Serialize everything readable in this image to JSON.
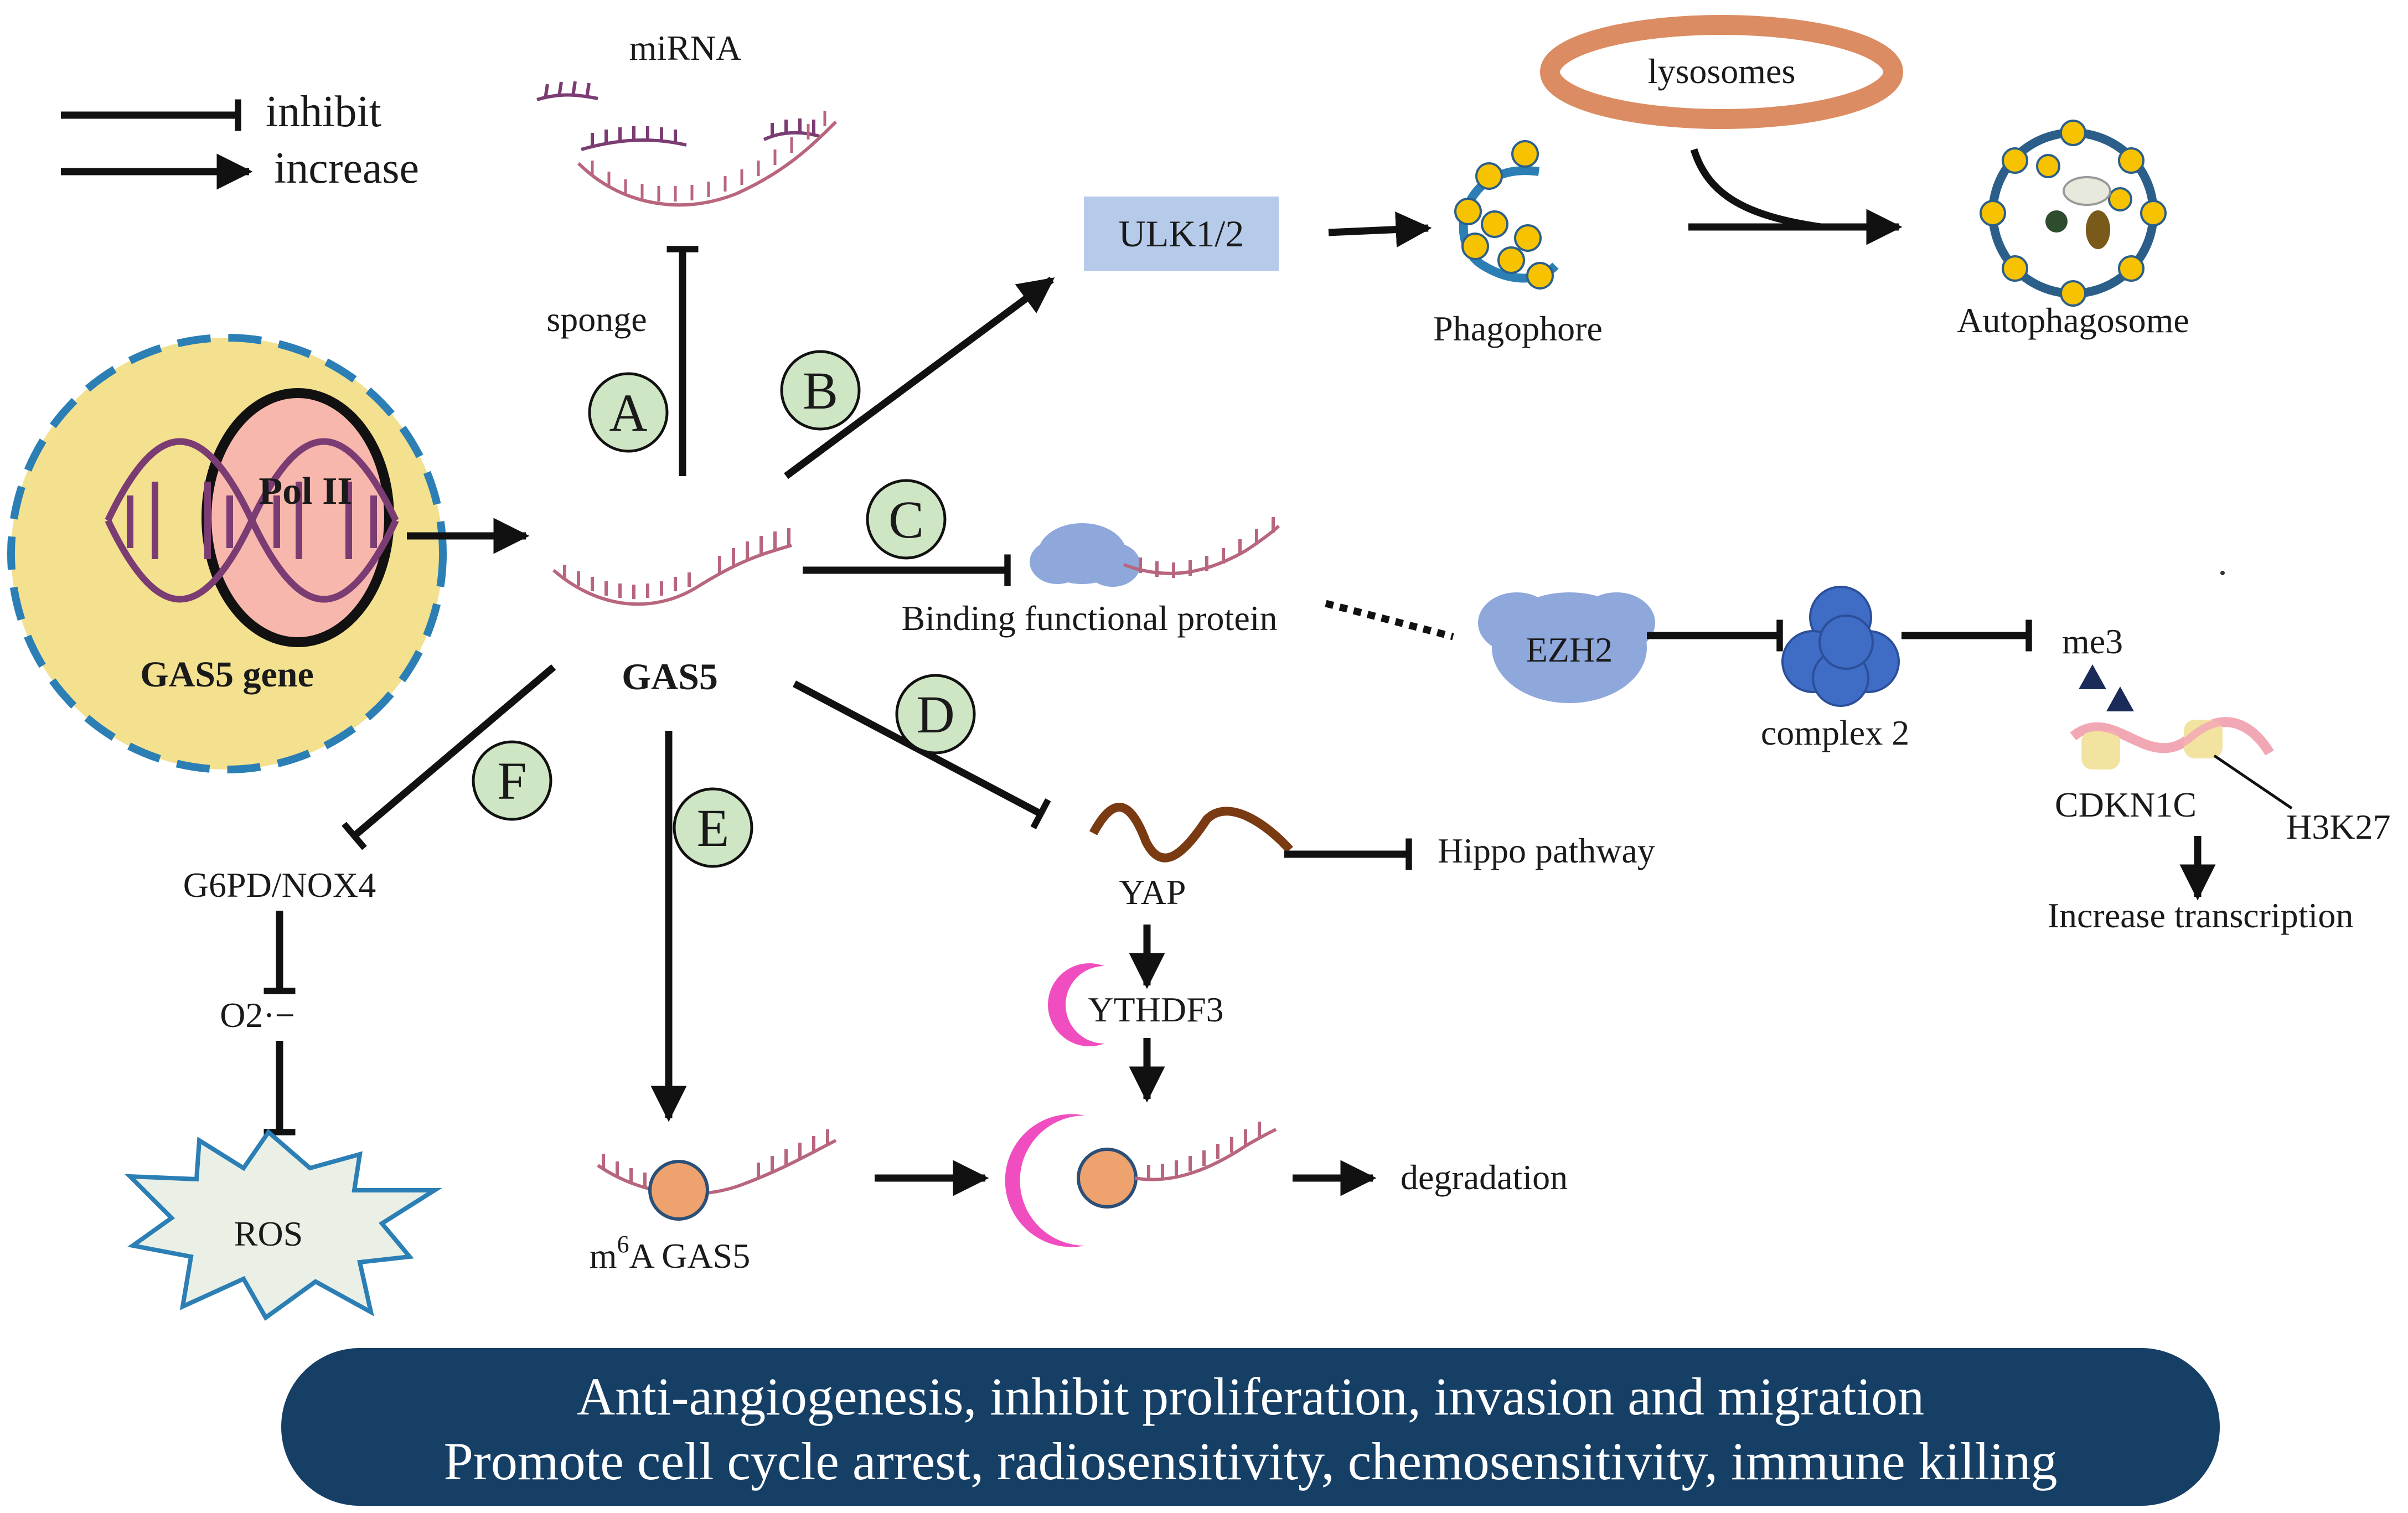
{
  "legend": {
    "inhibit": "inhibit",
    "increase": "increase"
  },
  "nucleus": {
    "pol": "Pol II",
    "gene": "GAS5 gene"
  },
  "gas5": "GAS5",
  "mirna": {
    "label": "miRNA",
    "sponge": "sponge"
  },
  "letters": {
    "a": "A",
    "b": "B",
    "c": "C",
    "d": "D",
    "e": "E",
    "f": "F"
  },
  "autophagy": {
    "ulk": "ULK1/2",
    "lysosomes": "lysosomes",
    "phagophore": "Phagophore",
    "autophagosome": "Autophagosome"
  },
  "binding": {
    "label": "Binding functional protein",
    "ezh2": "EZH2",
    "complex": "complex 2",
    "me3": "me3",
    "cdkn": "CDKN1C",
    "h3k27": "H3K27",
    "increase_transcription": "Increase transcription"
  },
  "yap": {
    "label": "YAP",
    "hippo": "Hippo pathway",
    "ythdf3": "YTHDF3",
    "degradation": "degradation"
  },
  "m6a": {
    "prefix": "m",
    "sup": "6",
    "suffix": "A GAS5"
  },
  "ros": {
    "g6pd": "G6PD/NOX4",
    "o2": "O2·−",
    "ros": "ROS"
  },
  "summary": {
    "line1": "Anti-angiogenesis, inhibit proliferation, invasion and migration",
    "line2": "Promote cell cycle arrest, radiosensitivity, chemosensitivity, immune killing"
  },
  "colors": {
    "nucleus_fill": "#f3e18f",
    "nucleus_border": "#2b7fb5",
    "pol_fill": "#f7b7ac",
    "dna": "#7b3c73",
    "rna": "#b8667d",
    "circle_fill": "#cfe6c4",
    "ulk_fill": "#b6cbea",
    "lysosome": "#dc8c62",
    "vesicle": "#f7c300",
    "protein_blue": "#8fa8dc",
    "complex_blue": "#3f6cc4",
    "yap_brown": "#7a3a12",
    "ythdf3": "#f04ec0",
    "m6a_orange": "#eea26e",
    "ros_fill": "#eaf0e6",
    "ros_border": "#2b7fb5",
    "bar": "#163f66"
  }
}
